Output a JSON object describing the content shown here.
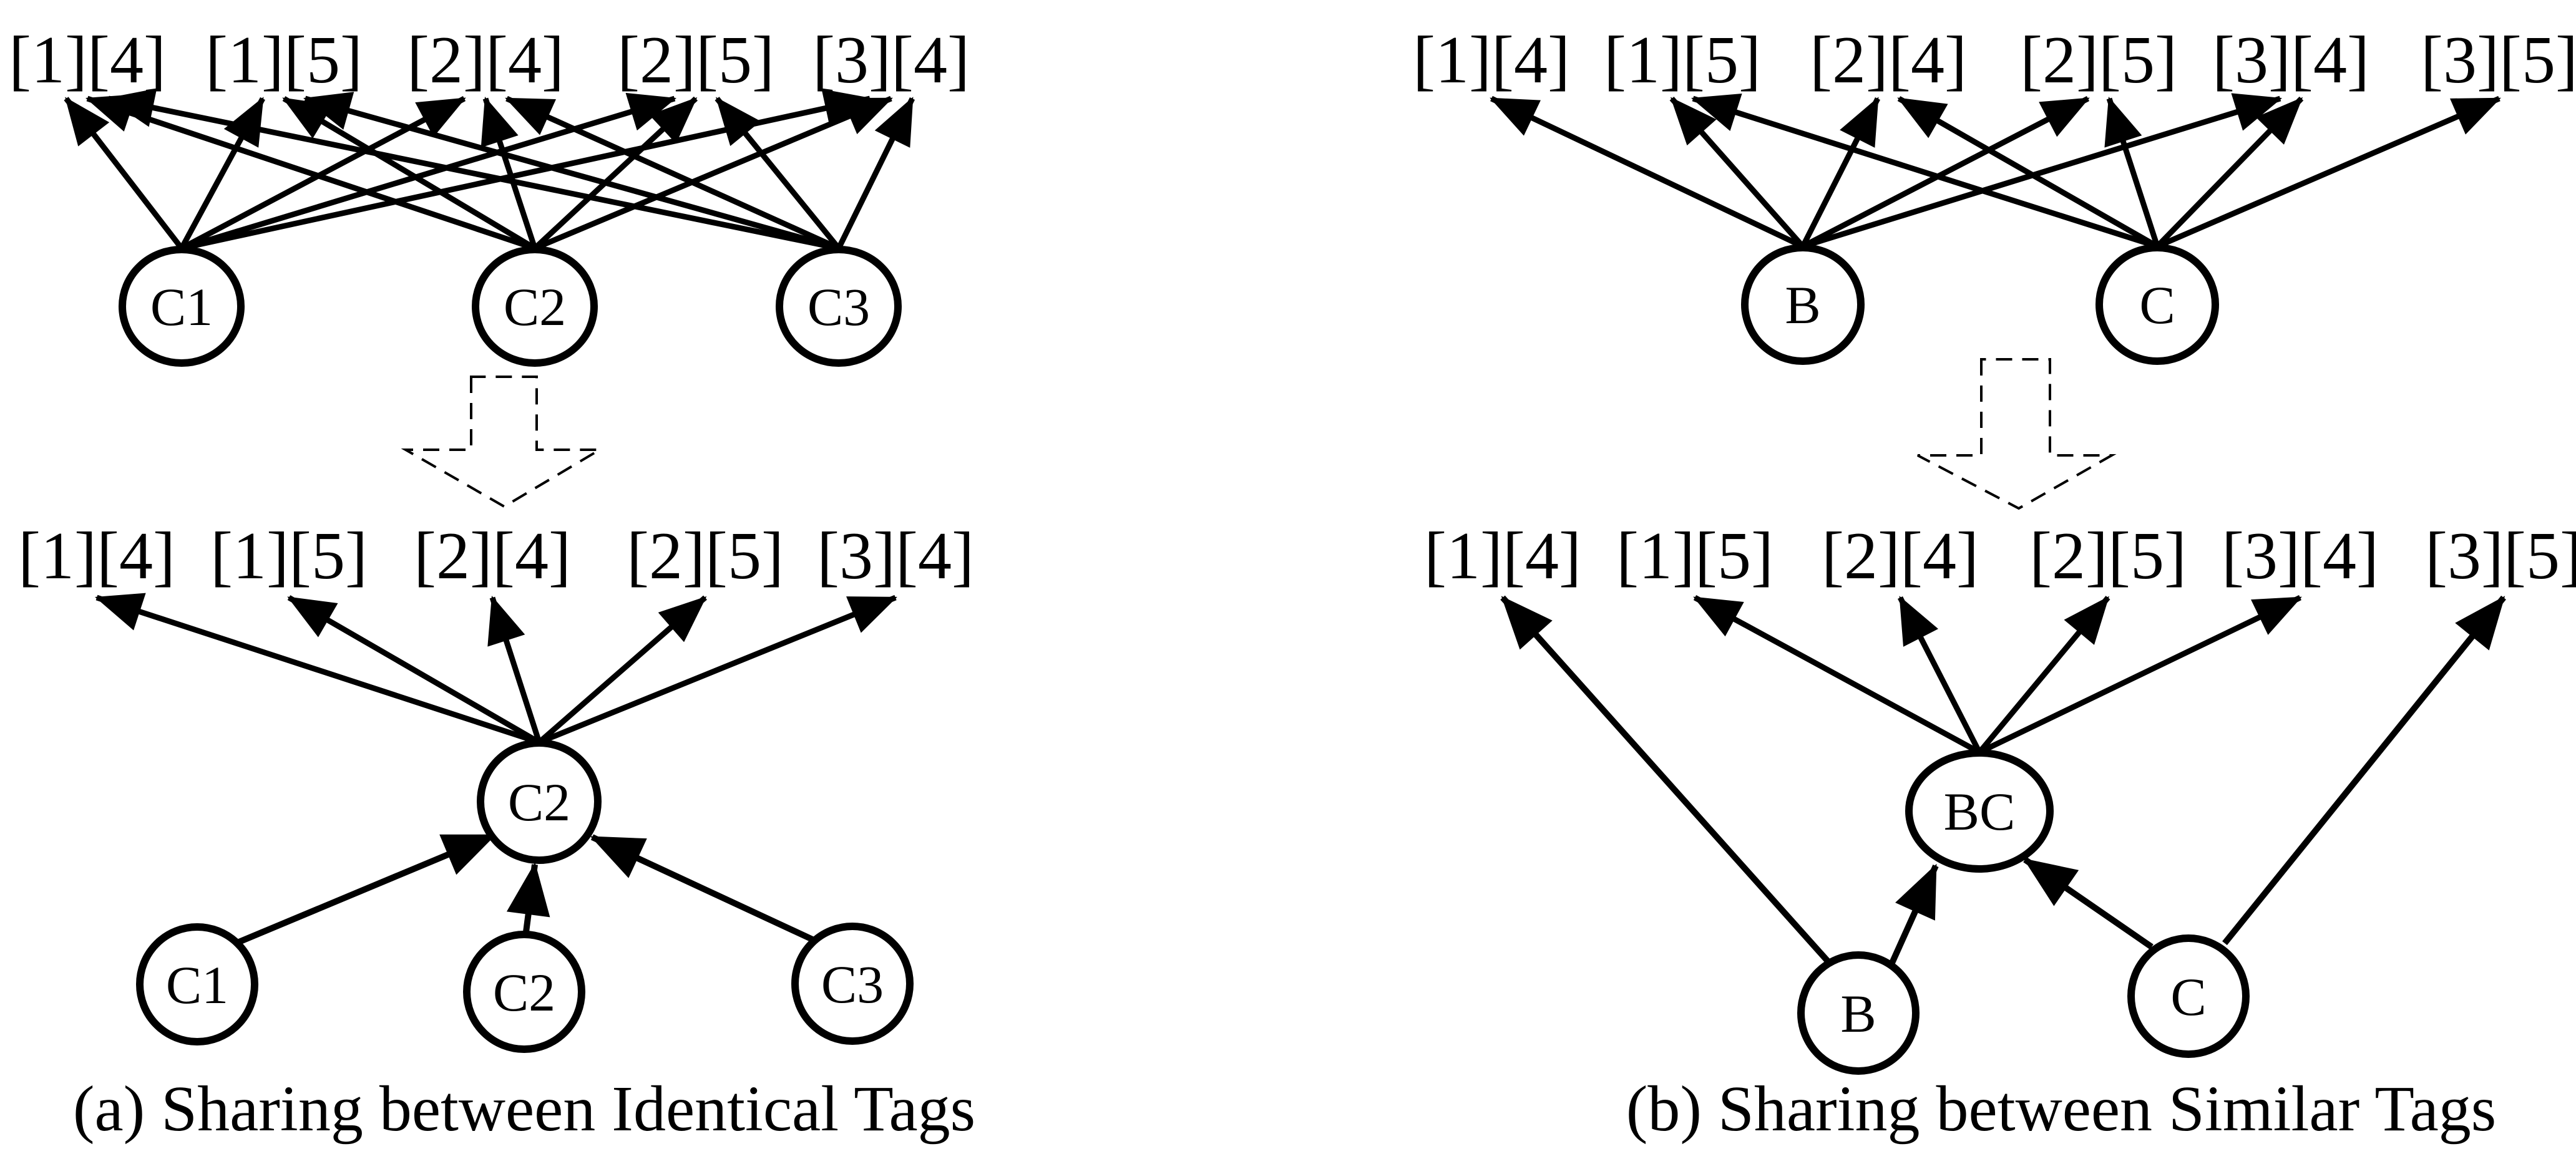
{
  "figure": {
    "panel_a": {
      "caption": "(a) Sharing between Identical Tags",
      "top": {
        "labels": [
          "[1][4]",
          "[1][5]",
          "[2][4]",
          "[2][5]",
          "[3][4]"
        ],
        "nodes": [
          "C1",
          "C2",
          "C3"
        ],
        "edges": [
          [
            0,
            0
          ],
          [
            0,
            1
          ],
          [
            0,
            2
          ],
          [
            0,
            3
          ],
          [
            0,
            4
          ],
          [
            1,
            0
          ],
          [
            1,
            1
          ],
          [
            1,
            2
          ],
          [
            1,
            3
          ],
          [
            1,
            4
          ],
          [
            2,
            0
          ],
          [
            2,
            1
          ],
          [
            2,
            2
          ],
          [
            2,
            3
          ],
          [
            2,
            4
          ]
        ]
      },
      "bottom": {
        "labels": [
          "[1][4]",
          "[1][5]",
          "[2][4]",
          "[2][5]",
          "[3][4]"
        ],
        "hub": "C2",
        "hub_edges": [
          0,
          1,
          2,
          3,
          4
        ],
        "nodes": [
          "C1",
          "C2",
          "C3"
        ],
        "node_to_hub": [
          0,
          1,
          2
        ]
      }
    },
    "panel_b": {
      "caption": "(b) Sharing between Similar Tags",
      "top": {
        "labels": [
          "[1][4]",
          "[1][5]",
          "[2][4]",
          "[2][5]",
          "[3][4]",
          "[3][5]"
        ],
        "nodes": [
          "B",
          "C"
        ],
        "edges": [
          [
            0,
            0
          ],
          [
            0,
            1
          ],
          [
            0,
            2
          ],
          [
            0,
            3
          ],
          [
            0,
            4
          ],
          [
            1,
            1
          ],
          [
            1,
            2
          ],
          [
            1,
            3
          ],
          [
            1,
            4
          ],
          [
            1,
            5
          ]
        ]
      },
      "bottom": {
        "labels": [
          "[1][4]",
          "[1][5]",
          "[2][4]",
          "[2][5]",
          "[3][4]",
          "[3][5]"
        ],
        "hub": "BC",
        "hub_edges": [
          1,
          2,
          3,
          4
        ],
        "nodes": [
          "B",
          "C"
        ],
        "node_to_hub": [
          0,
          1
        ],
        "direct_edges": [
          [
            0,
            0
          ],
          [
            1,
            5
          ]
        ]
      }
    },
    "colors": {
      "ink": "#000000",
      "background": "#ffffff"
    }
  }
}
